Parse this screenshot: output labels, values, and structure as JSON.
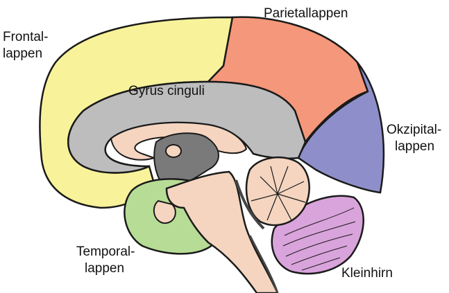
{
  "labels": {
    "frontal": [
      "Frontal-",
      "lappen"
    ],
    "parietal": "Parietallappen",
    "cingulate": "Gyrus cinguli",
    "occipital": [
      "Okzipital-",
      "lappen"
    ],
    "temporal": [
      "Temporal-",
      "lappen"
    ],
    "cerebellum": "Kleinhirn"
  },
  "colors": {
    "frontal": "#f8f29a",
    "parietal": "#f4977a",
    "occipital": "#8e8fca",
    "temporal": "#b7dc96",
    "cingulate": "#bdbdbd",
    "inner": "#f5d5c0",
    "ventricle": "#7a7a7a",
    "cerebellum_gray": "#f5d5c0",
    "cerebellum_lines": "#d9a3db",
    "outline": "#1a1a1a"
  }
}
